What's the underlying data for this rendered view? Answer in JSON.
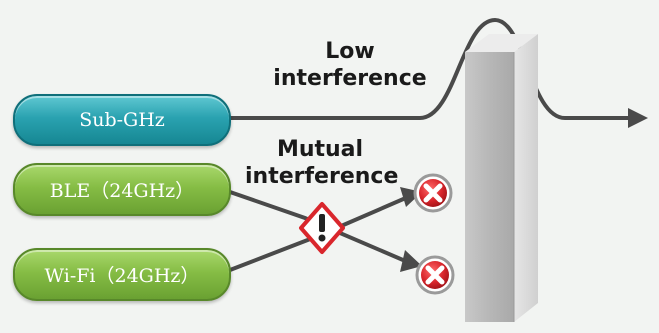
{
  "bands": {
    "sub_ghz": "Sub-GHz",
    "ble": "BLE（24GHz）",
    "wifi": "Wi-Fi（24GHz）"
  },
  "labels": {
    "low_line1": "Low",
    "low_line2": "interference",
    "mutual_line1": "Mutual",
    "mutual_line2": "interference"
  },
  "icons": {
    "warning": "warning-icon",
    "blocked": "blocked-x-icon",
    "wall": "obstacle-wall"
  },
  "colors": {
    "sub_ghz": "#2aa2b0",
    "ble_wifi": "#86bd45",
    "wave": "#4a4a4a",
    "warning": "#d9262c",
    "blocked": "#cc2228",
    "wall": "#bdbdbd"
  }
}
